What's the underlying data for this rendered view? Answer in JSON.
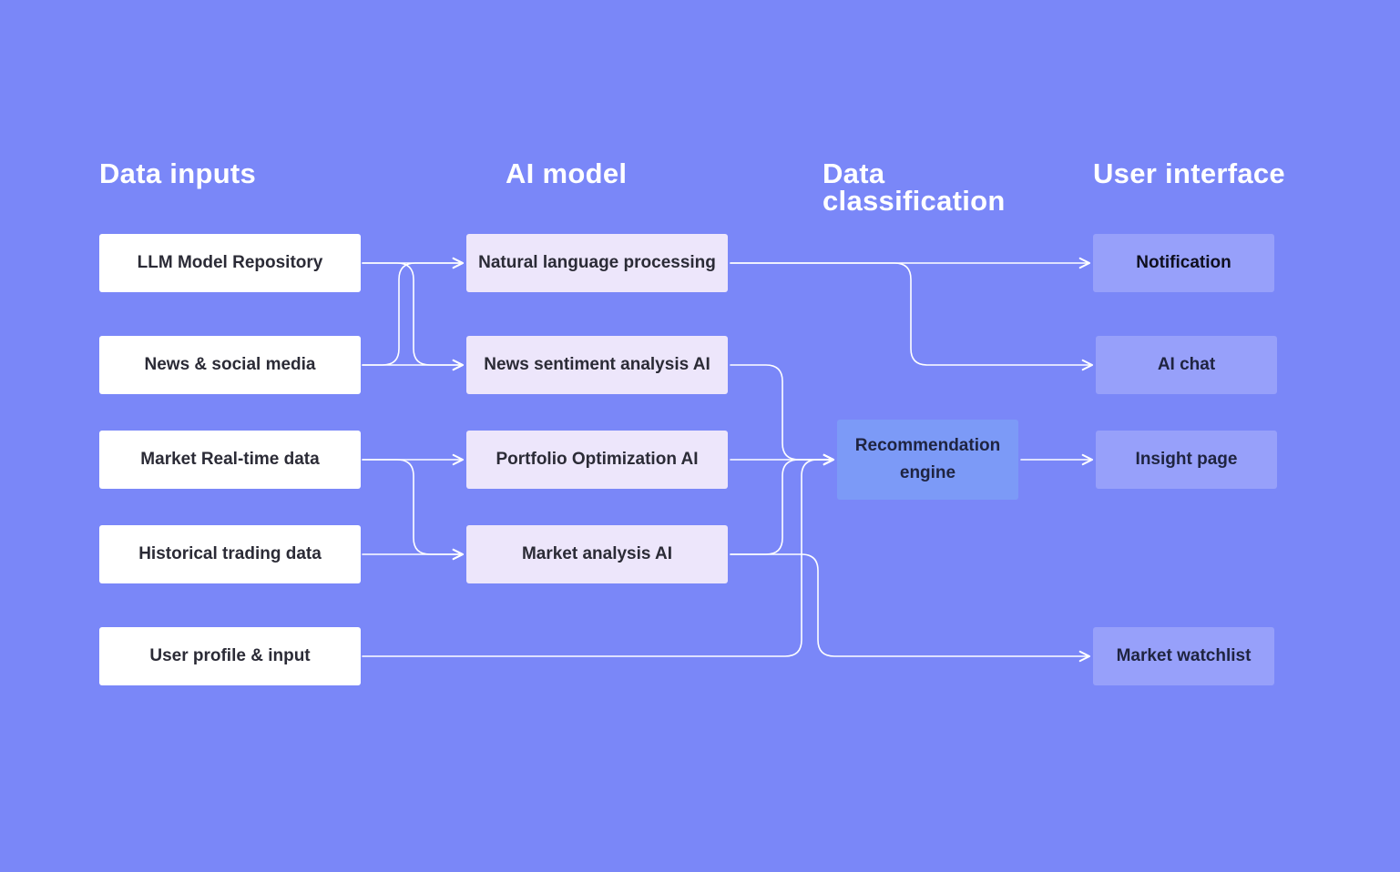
{
  "colors": {
    "background": "#7a87f8",
    "input_box": "#ffffff",
    "ai_box": "#ede6fb",
    "recommendation_box": "#7c9af7",
    "ui_box": "#97a0fa",
    "connector": "#ffffff"
  },
  "columns": {
    "data_inputs": "Data inputs",
    "ai_model": "AI model",
    "data_classification_line1": "Data",
    "data_classification_line2": "classification",
    "user_interface": "User interface"
  },
  "inputs": {
    "llm_repo": "LLM Model Repository",
    "news_social": "News & social media",
    "market_realtime": "Market Real-time data",
    "historical": "Historical trading data",
    "user_profile": "User profile & input"
  },
  "models": {
    "nlp": "Natural language processing",
    "news_sentiment": "News sentiment analysis AI",
    "portfolio": "Portfolio Optimization AI",
    "market_analysis": "Market analysis AI"
  },
  "classification": {
    "recommendation_line1": "Recommendation",
    "recommendation_line2": "engine"
  },
  "interface": {
    "notification": "Notification",
    "ai_chat": "AI chat",
    "insight_page": "Insight page",
    "market_watchlist": "Market watchlist"
  },
  "connections": [
    {
      "from": "LLM Model Repository",
      "to": "Natural language processing"
    },
    {
      "from": "LLM Model Repository",
      "to": "News sentiment analysis AI"
    },
    {
      "from": "News & social media",
      "to": "Natural language processing"
    },
    {
      "from": "News & social media",
      "to": "News sentiment analysis AI"
    },
    {
      "from": "Market Real-time data",
      "to": "Portfolio Optimization AI"
    },
    {
      "from": "Market Real-time data",
      "to": "Market analysis AI"
    },
    {
      "from": "Historical trading data",
      "to": "Market analysis AI"
    },
    {
      "from": "Natural language processing",
      "to": "Notification"
    },
    {
      "from": "Natural language processing",
      "to": "AI chat"
    },
    {
      "from": "News sentiment analysis AI",
      "to": "Recommendation engine"
    },
    {
      "from": "Portfolio Optimization AI",
      "to": "Recommendation engine"
    },
    {
      "from": "Market analysis AI",
      "to": "Recommendation engine"
    },
    {
      "from": "Market analysis AI",
      "to": "Market watchlist"
    },
    {
      "from": "User profile & input",
      "to": "Recommendation engine"
    },
    {
      "from": "Recommendation engine",
      "to": "Insight page"
    }
  ]
}
